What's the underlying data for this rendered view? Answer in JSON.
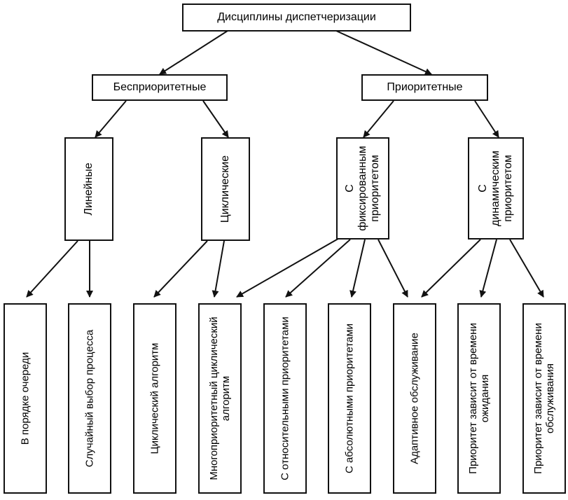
{
  "root": {
    "label": "Дисциплины диспетчеризации"
  },
  "level1": {
    "nonpriority": "Бесприоритетные",
    "priority": "Приоритетные"
  },
  "level2": {
    "linear": "Линейные",
    "cyclic": "Циклические",
    "fixed": [
      "С",
      "фиксированным",
      "приоритетом"
    ],
    "dynamic": [
      "С",
      "динамическим",
      "приоритетом"
    ]
  },
  "leaves": {
    "queue_order": "В порядке очереди",
    "random_choice": "Случайный выбор процесса",
    "cyclic_algorithm": "Циклический алгоритм",
    "multipriority": [
      "Многоприоритетный циклический",
      "алгоритм"
    ],
    "relative": "С относительными приоритетами",
    "absolute": "С абсолютными приоритетами",
    "adaptive": "Адаптивное обслуживание",
    "wait_time": [
      "Приоритет зависит от времени",
      "ожидания"
    ],
    "service_time": [
      "Приоритет зависит от времени",
      "обслуживания"
    ]
  }
}
